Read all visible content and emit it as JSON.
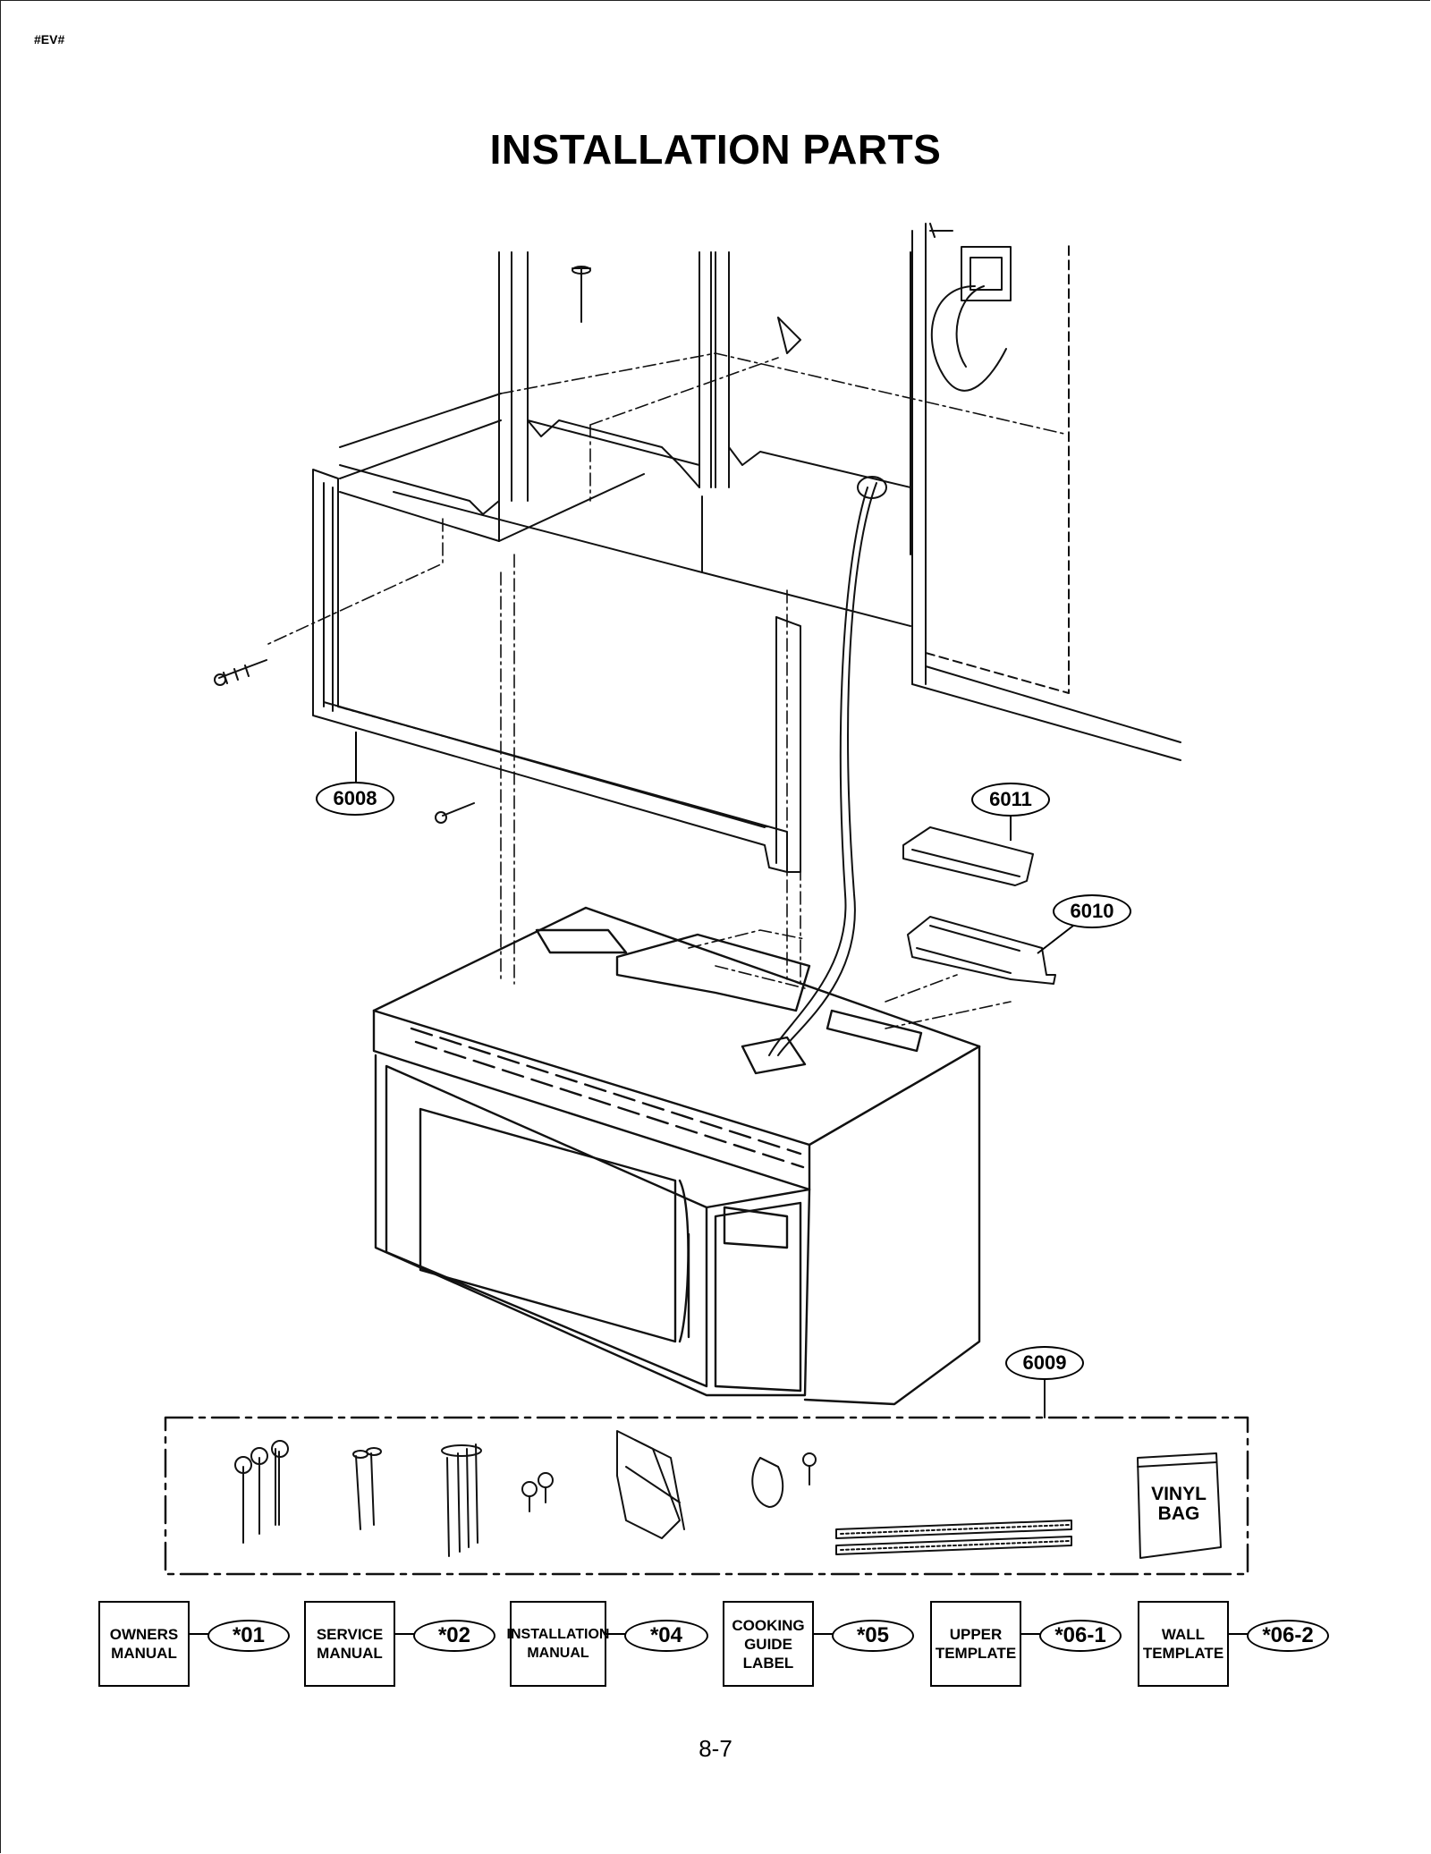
{
  "header": {
    "tag": "#EV#",
    "title": "INSTALLATION PARTS"
  },
  "callouts": [
    {
      "id": "part-6008",
      "label": "6008"
    },
    {
      "id": "part-6011",
      "label": "6011"
    },
    {
      "id": "part-6010",
      "label": "6010"
    },
    {
      "id": "part-6009",
      "label": "6009"
    }
  ],
  "vinyl_bag": {
    "line1": "VINYL",
    "line2": "BAG"
  },
  "manuals": [
    {
      "name": "OWNERS\nMANUAL",
      "code": "*01"
    },
    {
      "name": "SERVICE\nMANUAL",
      "code": "*02"
    },
    {
      "name": "INSTALLATION\nMANUAL",
      "code": "*04"
    },
    {
      "name": "COOKING\nGUIDE\nLABEL",
      "code": "*05"
    },
    {
      "name": "UPPER\nTEMPLATE",
      "code": "*06-1"
    },
    {
      "name": "WALL\nTEMPLATE",
      "code": "*06-2"
    }
  ],
  "footer": {
    "page_number": "8-7"
  }
}
